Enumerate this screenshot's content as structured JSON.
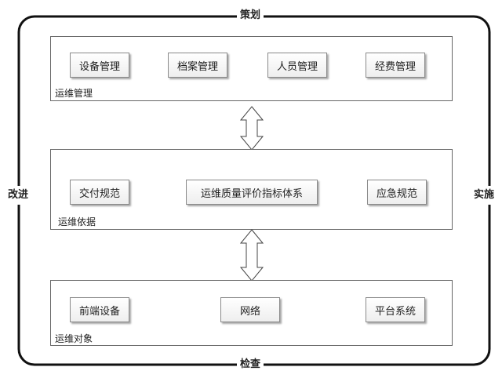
{
  "cycle": {
    "top": "策划",
    "right": "实施",
    "bottom": "检查",
    "left": "改进"
  },
  "layers": {
    "management": {
      "label": "运维管理",
      "items": [
        "设备管理",
        "档案管理",
        "人员管理",
        "经费管理"
      ]
    },
    "basis": {
      "label": "运维依据",
      "left": "交付规范",
      "center": "运维质量评价指标体系",
      "right": "应急规范"
    },
    "objects": {
      "label": "运维对象",
      "items": [
        "前端设备",
        "网络",
        "平台系统"
      ]
    }
  }
}
